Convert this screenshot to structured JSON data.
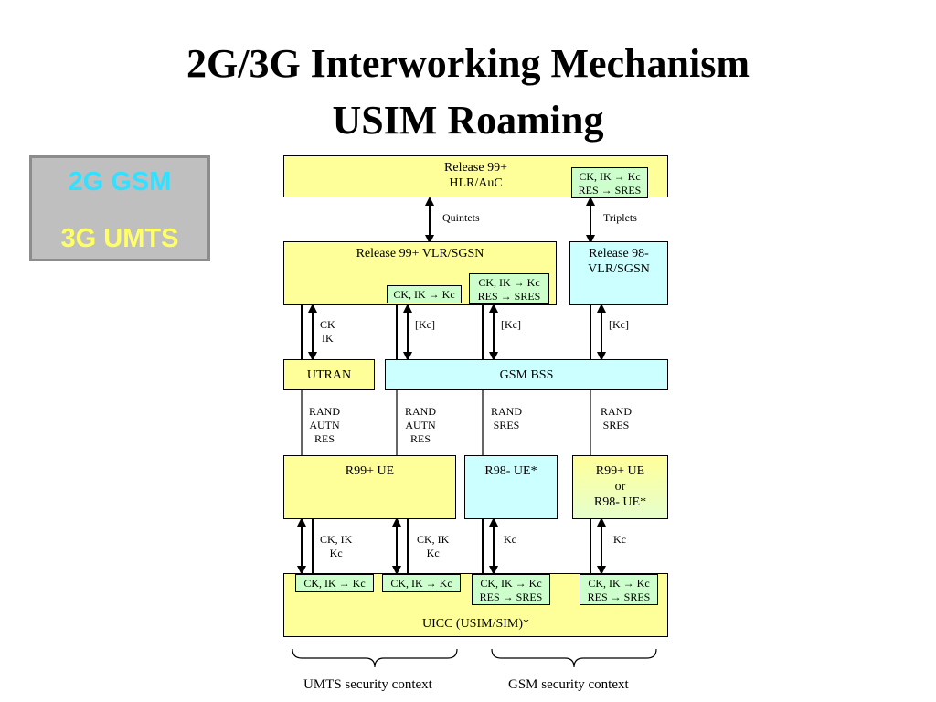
{
  "title": {
    "line1": "2G/3G Interworking Mechanism",
    "line2": "USIM Roaming"
  },
  "legend": {
    "gsm": "2G GSM",
    "umts": "3G UMTS",
    "colors": {
      "gsm": "#33e0ff",
      "umts": "#ffff66",
      "yellow_fill": "#ffff99",
      "cyan_fill": "#ccffff",
      "green_fill": "#ccffcc"
    }
  },
  "nodes": {
    "hlr": "Release 99+\nHLR/AuC",
    "hlr_conv": "CK, IK → Kc\nRES → SRES",
    "vlr99": "Release 99+ VLR/SGSN",
    "vlr99_conv1": "CK, IK → Kc",
    "vlr99_conv2": "CK, IK → Kc\nRES → SRES",
    "vlr98": "Release 98-\nVLR/SGSN",
    "utran": "UTRAN",
    "bss": "GSM BSS",
    "ue99": "R99+ UE",
    "ue98": "R98- UE*",
    "ue_mixed": "R99+ UE\nor\nR98- UE*",
    "uicc": "UICC (USIM/SIM)*",
    "uicc_conv1": "CK, IK → Kc",
    "uicc_conv2": "CK, IK → Kc",
    "uicc_conv3": "CK, IK → Kc\nRES → SRES",
    "uicc_conv4": "CK, IK → Kc\nRES → SRES"
  },
  "links": {
    "quintets": "Quintets",
    "triplets": "Triplets",
    "ckik": "CK\nIK",
    "kc1": "[Kc]",
    "kc2": "[Kc]",
    "kc3": "[Kc]",
    "air1": "RAND\nAUTN\nRES",
    "air2": "RAND\nAUTN\nRES",
    "air3": "RAND\nSRES",
    "air4": "RAND\nSRES",
    "ue1": "CK, IK\nKc",
    "ue2": "CK, IK\nKc",
    "ue3": "Kc",
    "ue4": "Kc"
  },
  "contexts": {
    "umts": "UMTS security context",
    "gsm": "GSM security context"
  }
}
